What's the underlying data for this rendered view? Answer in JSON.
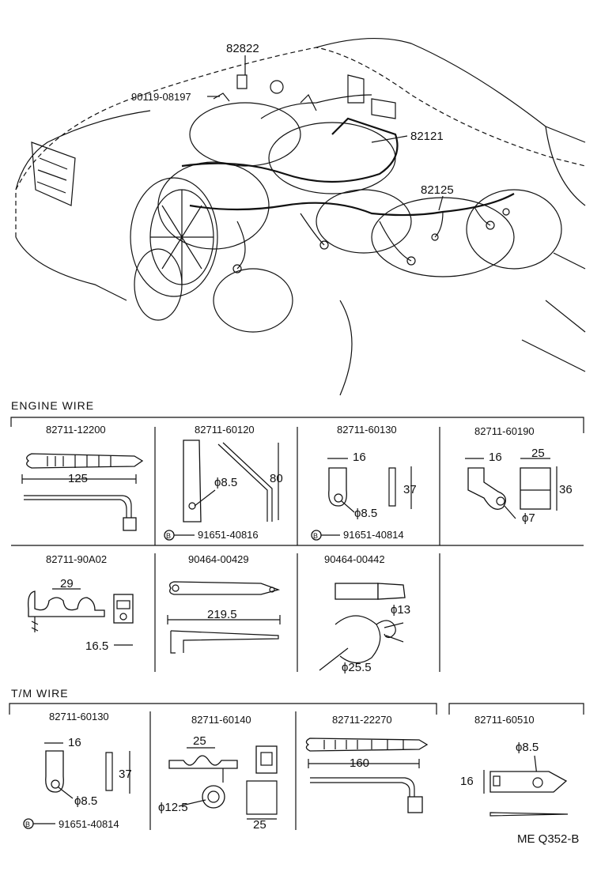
{
  "callouts": {
    "c82822": "82822",
    "c90119": "90119-08197",
    "c82121": "82121",
    "c82125": "82125"
  },
  "sections": {
    "engine_wire": "ENGINE WIRE",
    "tm_wire": "T/M WIRE"
  },
  "engine_parts": {
    "p1": {
      "part": "82711-12200",
      "dims": [
        "125"
      ]
    },
    "p2": {
      "part": "82711-60120",
      "dims": [
        "80",
        "ϕ8.5"
      ],
      "bolt": "91651-40816"
    },
    "p3": {
      "part": "82711-60130",
      "dims": [
        "16",
        "37",
        "ϕ8.5"
      ],
      "bolt": "91651-40814"
    },
    "p4": {
      "part": "82711-60190",
      "dims": [
        "16",
        "25",
        "36",
        "ϕ7"
      ]
    },
    "p5": {
      "part": "82711-90A02",
      "dims": [
        "29",
        "16.5"
      ]
    },
    "p6": {
      "part": "90464-00429",
      "dims": [
        "219.5"
      ]
    },
    "p7": {
      "part": "90464-00442",
      "dims": [
        "ϕ13",
        "ϕ25.5"
      ]
    }
  },
  "tm_parts": {
    "p1": {
      "part": "82711-60130",
      "dims": [
        "16",
        "37",
        "ϕ8.5"
      ],
      "bolt": "91651-40814"
    },
    "p2": {
      "part": "82711-60140",
      "dims": [
        "25",
        "ϕ12.5",
        "25"
      ]
    },
    "p3": {
      "part": "82711-22270",
      "dims": [
        "160"
      ]
    },
    "p4": {
      "part": "82711-60510",
      "dims": [
        "ϕ8.5",
        "16"
      ]
    }
  },
  "bolt_marker": "B",
  "footer_code": "ME Q352-B"
}
